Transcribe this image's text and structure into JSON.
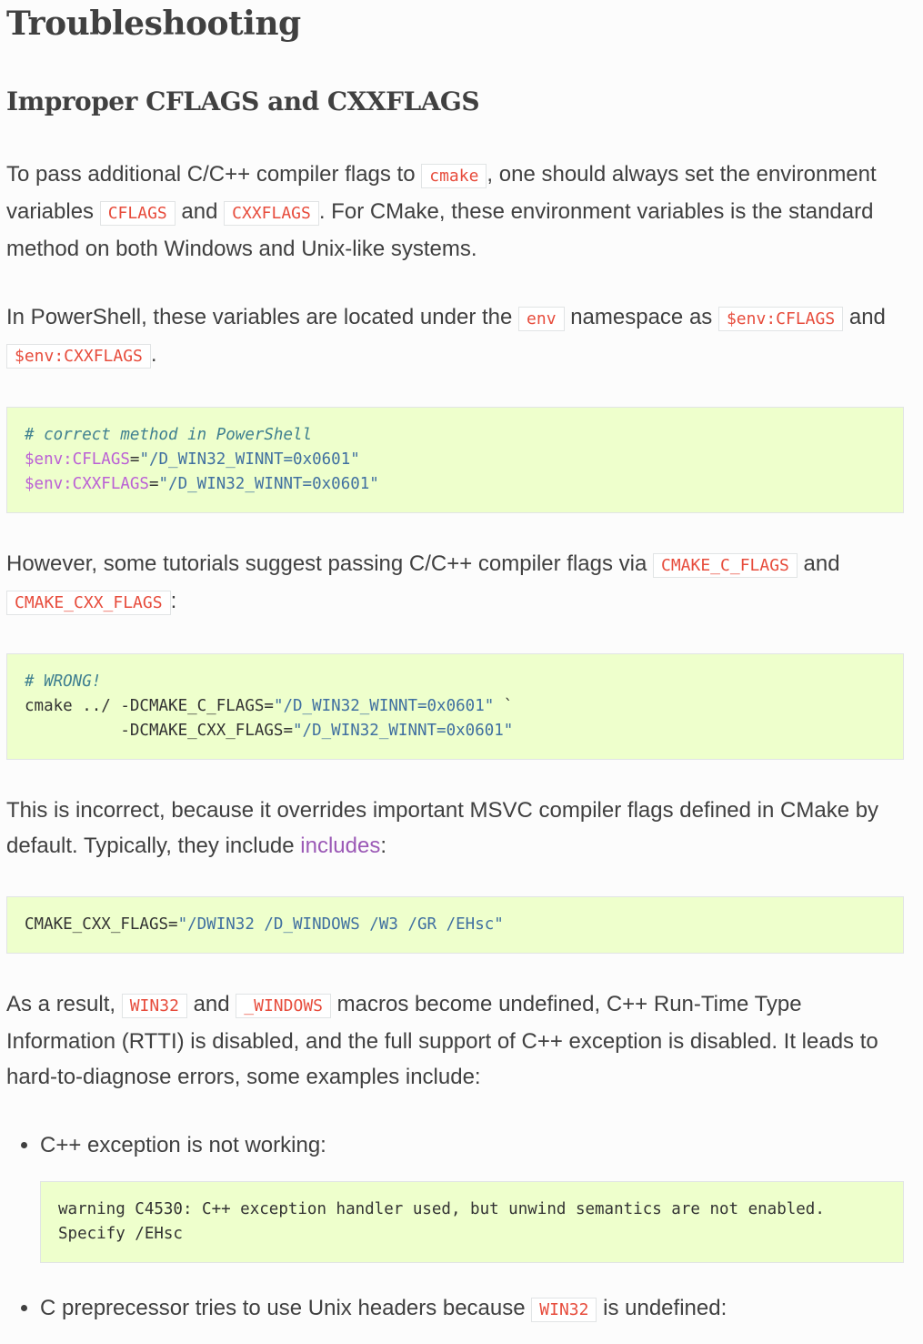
{
  "title": "Troubleshooting",
  "section_title": "Improper CFLAGS and CXXFLAGS",
  "paragraphs": [
    [
      {
        "t": "To pass additional C/C++ compiler flags to "
      },
      {
        "t": "cmake",
        "code": true
      },
      {
        "t": ", one should always set the environment variables "
      },
      {
        "t": "CFLAGS",
        "code": true
      },
      {
        "t": " and "
      },
      {
        "t": "CXXFLAGS",
        "code": true
      },
      {
        "t": ". For CMake, these environment variables is the standard method on both Windows and Unix-like systems."
      }
    ],
    [
      {
        "t": "In PowerShell, these variables are located under the "
      },
      {
        "t": "env",
        "code": true
      },
      {
        "t": " namespace as "
      },
      {
        "t": "$env:CFLAGS",
        "code": true
      },
      {
        "t": " and "
      },
      {
        "t": "$env:CXXFLAGS",
        "code": true
      },
      {
        "t": "."
      }
    ],
    [
      {
        "t": "However, some tutorials suggest passing C/C++ compiler flags via "
      },
      {
        "t": "CMAKE_C_FLAGS",
        "code": true
      },
      {
        "t": " and "
      },
      {
        "t": "CMAKE_CXX_FLAGS",
        "code": true
      },
      {
        "t": ":"
      }
    ],
    [
      {
        "t": "This is incorrect, because it overrides important MSVC compiler flags defined in CMake by default. Typically, they include "
      },
      {
        "t": "includes",
        "link": true
      },
      {
        "t": ":"
      }
    ],
    [
      {
        "t": "As a result, "
      },
      {
        "t": "WIN32",
        "code": true
      },
      {
        "t": " and "
      },
      {
        "t": "_WINDOWS",
        "code": true
      },
      {
        "t": " macros become undefined, C++ Run-Time Type Information (RTTI) is disabled, and the full support of C++ exception is disabled. It leads to hard-to-diagnose errors, some examples include:"
      }
    ]
  ],
  "code_blocks": [
    [
      [
        {
          "t": "# correct method in PowerShell",
          "c": "c"
        }
      ],
      [
        {
          "t": "$env:CFLAGS",
          "c": "v"
        },
        {
          "t": "="
        },
        {
          "t": "\"/D_WIN32_WINNT=0x0601\"",
          "c": "s"
        }
      ],
      [
        {
          "t": "$env:CXXFLAGS",
          "c": "v"
        },
        {
          "t": "="
        },
        {
          "t": "\"/D_WIN32_WINNT=0x0601\"",
          "c": "s"
        }
      ]
    ],
    [
      [
        {
          "t": "# WRONG!",
          "c": "c"
        }
      ],
      [
        {
          "t": "cmake ../ -DCMAKE_C_FLAGS="
        },
        {
          "t": "\"/D_WIN32_WINNT=0x0601\"",
          "c": "s"
        },
        {
          "t": " `"
        }
      ],
      [
        {
          "t": "          -DCMAKE_CXX_FLAGS="
        },
        {
          "t": "\"/D_WIN32_WINNT=0x0601\"",
          "c": "s"
        }
      ]
    ],
    [
      [
        {
          "t": "CMAKE_CXX_FLAGS="
        },
        {
          "t": "\"/DWIN32 /D_WINDOWS /W3 /GR /EHsc\"",
          "c": "s"
        }
      ]
    ],
    [
      [
        {
          "t": "warning C4530: C++ exception handler used, but unwind semantics are not enabled."
        }
      ],
      [
        {
          "t": "Specify /EHsc"
        }
      ]
    ]
  ],
  "list_items": [
    [
      {
        "t": "C++ exception is not working:"
      }
    ],
    [
      {
        "t": "C preprecessor tries to use Unix headers because "
      },
      {
        "t": "WIN32",
        "code": true
      },
      {
        "t": " is undefined:"
      }
    ]
  ]
}
